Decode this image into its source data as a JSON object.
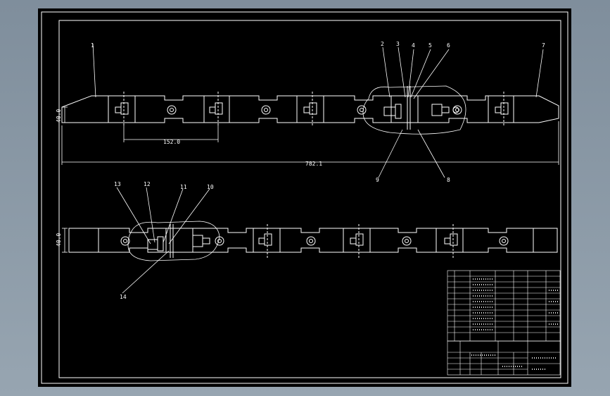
{
  "drawing": {
    "top_assembly": {
      "part_labels": [
        "1",
        "2",
        "3",
        "4",
        "5",
        "6",
        "7",
        "8",
        "9"
      ],
      "dimensions": {
        "height": "40.0",
        "pitch": "152.0",
        "overall_length": "782.1"
      }
    },
    "bottom_assembly": {
      "part_labels": [
        "13",
        "12",
        "11",
        "10",
        "14"
      ],
      "dimensions": {
        "height": "40.0"
      }
    }
  }
}
